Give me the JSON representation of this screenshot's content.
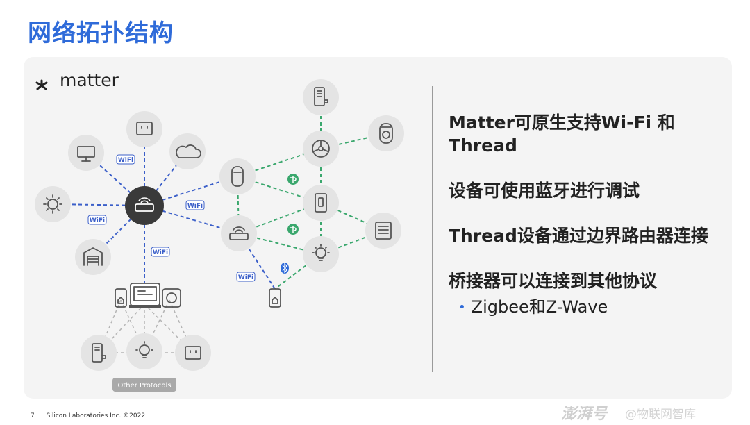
{
  "title": "网络拓扑结构",
  "logo_text": "matter",
  "badges": {
    "wifi": "WiFi"
  },
  "other_protocols_label": "Other Protocols",
  "bullets": [
    "Matter可原生支持Wi-Fi 和 Thread",
    "设备可使用蓝牙进行调试",
    "Thread设备通过边界路由器连接",
    "桥接器可以连接到其他协议"
  ],
  "sub_bullet": "Zigbee和Z-Wave",
  "footer": {
    "page": "7",
    "company": "Silicon Laboratories Inc. ©2022"
  },
  "watermark": {
    "brand": "澎湃号",
    "author": "@物联网智库"
  },
  "colors": {
    "title": "#2f6bd9",
    "wifi_link": "#3b5fc9",
    "thread_link": "#3aa76d",
    "bridge_link": "#b5b5b5",
    "hub": "#3a3a3a",
    "node": "#e4e4e4"
  },
  "icons": [
    "monitor-icon",
    "outlet-icon",
    "cloud-icon",
    "sun-icon",
    "hub-router-icon",
    "garage-icon",
    "speaker-icon",
    "router-icon",
    "door-lock-icon",
    "fan-icon",
    "camera-icon",
    "switch-icon",
    "display-icon",
    "bulb-icon",
    "phone-icon",
    "tablet-icon",
    "button-icon",
    "bluetooth-icon",
    "thread-icon"
  ]
}
